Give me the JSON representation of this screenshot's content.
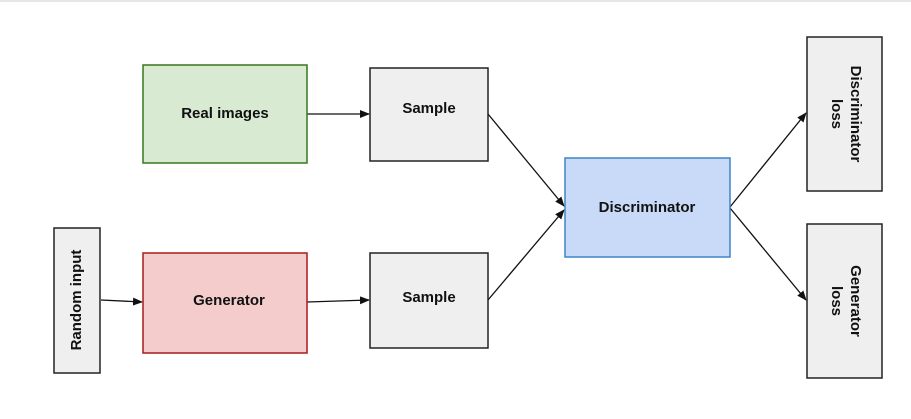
{
  "diagram": {
    "nodes": {
      "real_images": {
        "label": "Real images",
        "fill": "#d9ead3",
        "stroke": "#38761d"
      },
      "generator": {
        "label": "Generator",
        "fill": "#f4cccc",
        "stroke": "#a61c1c"
      },
      "random_input": {
        "label": "Random input",
        "fill": "#efefef",
        "stroke": "#222222"
      },
      "sample_top": {
        "label": "Sample",
        "fill": "#efefef",
        "stroke": "#222222"
      },
      "sample_bottom": {
        "label": "Sample",
        "fill": "#efefef",
        "stroke": "#222222"
      },
      "discriminator": {
        "label": "Discriminator",
        "fill": "#c9daf8",
        "stroke": "#3d85c6"
      },
      "discriminator_loss": {
        "label_line1": "Discriminator",
        "label_line2": "loss",
        "fill": "#efefef",
        "stroke": "#222222"
      },
      "generator_loss": {
        "label_line1": "Generator",
        "label_line2": "loss",
        "fill": "#efefef",
        "stroke": "#222222"
      }
    },
    "edges": [
      {
        "from": "real_images",
        "to": "sample_top"
      },
      {
        "from": "random_input",
        "to": "generator"
      },
      {
        "from": "generator",
        "to": "sample_bottom"
      },
      {
        "from": "sample_top",
        "to": "discriminator"
      },
      {
        "from": "sample_bottom",
        "to": "discriminator"
      },
      {
        "from": "discriminator",
        "to": "discriminator_loss"
      },
      {
        "from": "discriminator",
        "to": "generator_loss"
      }
    ]
  }
}
